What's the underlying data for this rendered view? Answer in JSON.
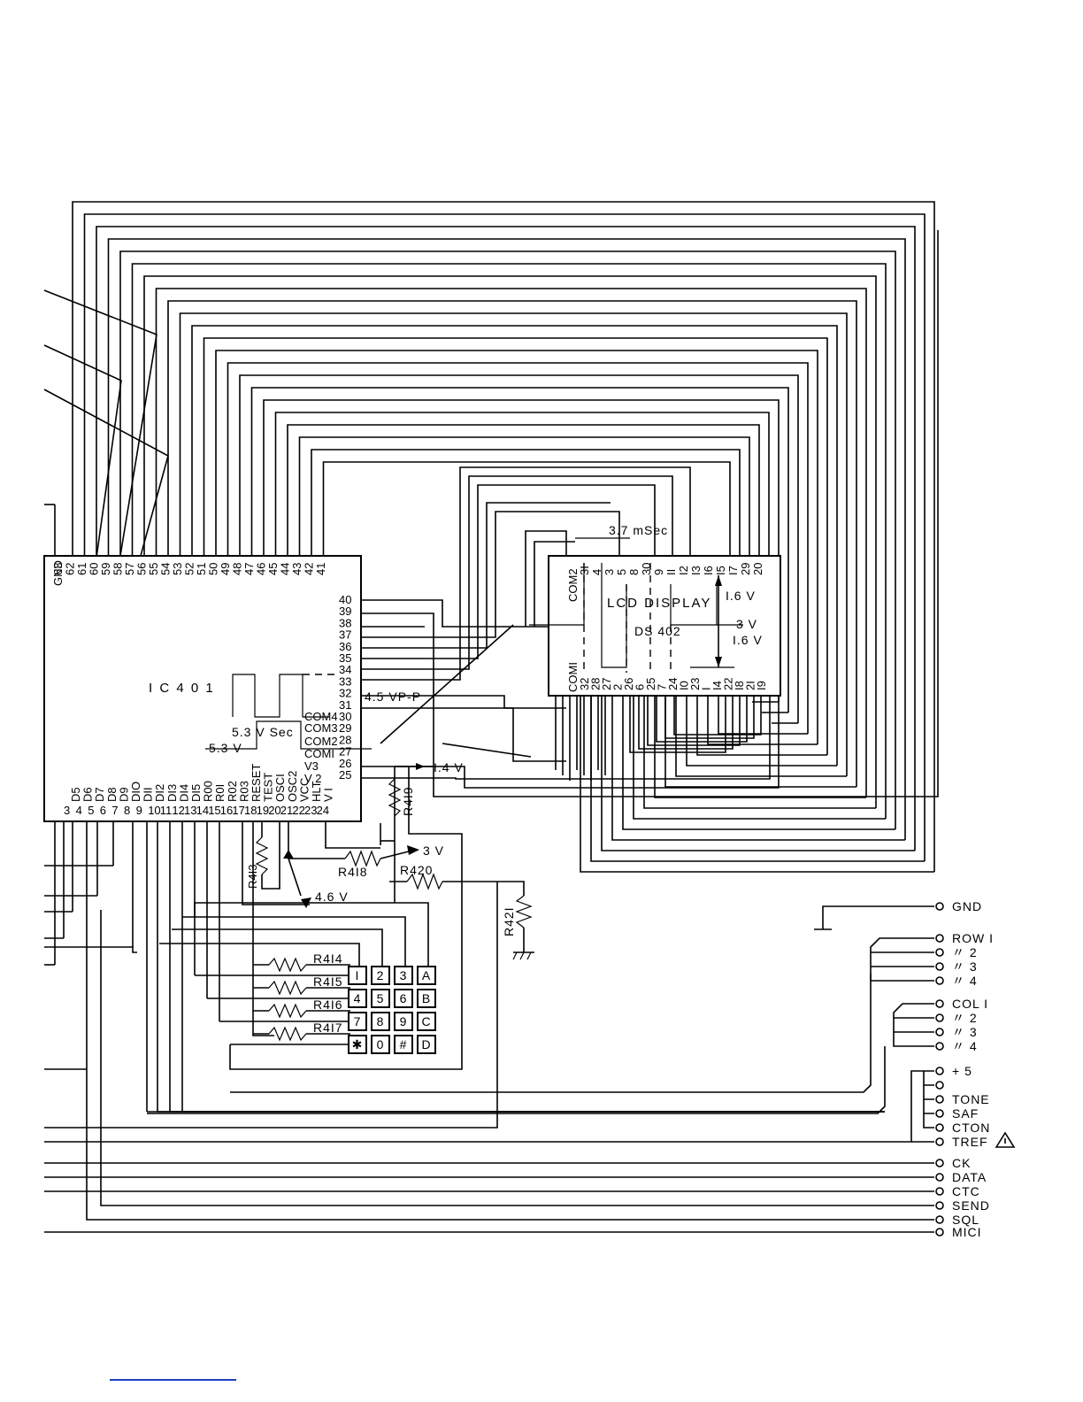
{
  "ic401": {
    "label": "I C 4 0 1",
    "top_pins": [
      "63",
      "62",
      "61",
      "60",
      "59",
      "58",
      "57",
      "56",
      "55",
      "54",
      "53",
      "52",
      "51",
      "50",
      "49",
      "48",
      "47",
      "46",
      "45",
      "44",
      "43",
      "42",
      "41"
    ],
    "top_names": [
      "GND"
    ],
    "right_pins": [
      "40",
      "39",
      "38",
      "37",
      "36",
      "35",
      "34",
      "33",
      "32",
      "31",
      "30",
      "29",
      "28",
      "27",
      "26",
      "25"
    ],
    "right_names": [
      "COM4",
      "COM3",
      "COM2",
      "COMI",
      "V3",
      "V 2"
    ],
    "bottom_pins": [
      "3",
      "4",
      "5",
      "6",
      "7",
      "8",
      "9",
      "10",
      "11",
      "12",
      "13",
      "14",
      "15",
      "16",
      "17",
      "18",
      "19",
      "20",
      "21",
      "22",
      "23",
      "24"
    ],
    "bottom_names": [
      "D5",
      "D6",
      "D7",
      "D8",
      "D9",
      "DIO",
      "DII",
      "DI2",
      "DI3",
      "DI4",
      "DI5",
      "R00",
      "R0I",
      "R02",
      "R03",
      "RESET",
      "TEST",
      "OSCI",
      "OSC2",
      "VCC",
      "HLT",
      "V I"
    ]
  },
  "lcd": {
    "title": "LCD   DISPLAY",
    "ref": "DS 402",
    "com2": "COM2",
    "com1": "COMI",
    "top_pins": [
      "3I",
      "4",
      "3",
      "5",
      "8",
      "30",
      "9",
      "II",
      "I2",
      "I3",
      "I6",
      "I5",
      "I7",
      "29",
      "20"
    ],
    "bottom_pins": [
      "32",
      "28",
      "27",
      "2",
      "26",
      "6",
      "25",
      "7",
      "24",
      "I0",
      "23",
      "I",
      "I4",
      "22",
      "I8",
      "2I",
      "I9"
    ]
  },
  "annotations": {
    "t_37ms": "3.7 mSec",
    "v_16a": "I.6 V",
    "v_3": "3 V",
    "v_16b": "I.6 V",
    "v_45pp": "4.5 VP-P",
    "t_53ms": "5.3 V Sec",
    "v_53": "5.3 V",
    "v_14": "I.4 V",
    "v_3b": "3 V",
    "v_46": "4.6 V"
  },
  "resistors": [
    "R4I9",
    "R4I8",
    "R420",
    "R4I3",
    "R42I",
    "R4I4",
    "R4I5",
    "R4I6",
    "R4I7"
  ],
  "keypad": [
    "I",
    "2",
    "3",
    "A",
    "4",
    "5",
    "6",
    "B",
    "7",
    "8",
    "9",
    "C",
    "✱",
    "0",
    "#",
    "D"
  ],
  "connector": {
    "gnd": "GND",
    "row": [
      "ROW I",
      "〃  2",
      "〃  3",
      "〃  4"
    ],
    "col": [
      "COL  I",
      "〃  2",
      "〃  3",
      "〃  4"
    ],
    "misc": [
      "+ 5",
      "TONE",
      "SAF",
      "CTON",
      "TREF"
    ],
    "signals": [
      "CK",
      "DATA",
      "CTC",
      "SEND",
      "SQL",
      "MICI"
    ]
  }
}
